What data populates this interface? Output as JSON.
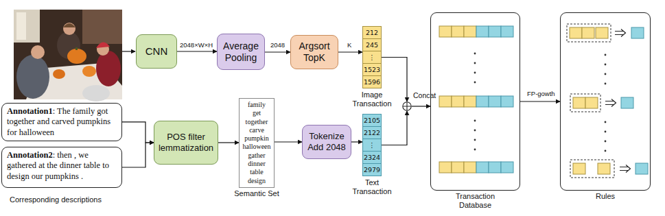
{
  "diagram": {
    "nodes": [
      {
        "text": [
          "CNN"
        ]
      },
      {
        "text": [
          "Average Pooling"
        ]
      },
      {
        "text": [
          "Argsort TopK"
        ]
      },
      {
        "text": [
          "Image Transaction"
        ]
      },
      {
        "text": [
          "212"
        ],
        "in": 3
      },
      {
        "text": [
          "245"
        ],
        "in": 3
      },
      {
        "text": [
          "⋮"
        ],
        "in": 3
      },
      {
        "text": [
          "1523"
        ],
        "in": 3
      },
      {
        "text": [
          "1596"
        ],
        "in": 3
      },
      {
        "text": [
          "Annotation1",
          ": The family got together and carved pumpkins for halloween"
        ]
      },
      {
        "text": [
          "Annotation2",
          ": then , we gathered at the dinner table to design our pumpkins ."
        ]
      },
      {
        "text": [
          "POS filter lemmatization"
        ]
      },
      {
        "text": [
          "family",
          "get",
          "together",
          "carve",
          "pumpkin",
          "halloween",
          "gather",
          "dinner",
          "table",
          "design",
          "Semantic Set"
        ]
      },
      {
        "text": [
          "Tokenize Add 2048"
        ]
      },
      {
        "text": [
          "Text Transaction"
        ]
      },
      {
        "text": [
          "2105"
        ],
        "in": 14
      },
      {
        "text": [
          "2122"
        ],
        "in": 14
      },
      {
        "text": [
          "⋮"
        ],
        "in": 14
      },
      {
        "text": [
          "2324"
        ],
        "in": 14
      },
      {
        "text": [
          "2979"
        ],
        "in": 14
      },
      {
        "text": [
          "Concat"
        ]
      },
      {
        "text": [
          "Transaction Database"
        ]
      },
      {
        "text": [
          "Rules"
        ]
      }
    ],
    "edges": [
      {
        "from": 0,
        "to": 1,
        "arrow": "to",
        "label": "2048×W×H"
      },
      {
        "from": 1,
        "to": 2,
        "arrow": "to",
        "label": "2048"
      },
      {
        "from": 2,
        "to": 3,
        "arrow": "to",
        "label": "K"
      },
      {
        "from": 9,
        "to": 11,
        "arrow": "to"
      },
      {
        "from": 10,
        "to": 11,
        "arrow": "to"
      },
      {
        "from": 11,
        "to": 12,
        "arrow": "to"
      },
      {
        "from": 12,
        "to": 13,
        "arrow": "to"
      },
      {
        "from": 13,
        "to": 14,
        "arrow": "to"
      },
      {
        "from": 3,
        "to": 20,
        "arrow": "to"
      },
      {
        "from": 14,
        "to": 20,
        "arrow": "to"
      },
      {
        "from": 20,
        "to": 21,
        "arrow": "to"
      },
      {
        "from": 21,
        "to": 22,
        "arrow": "to",
        "label": "FP-gowth"
      }
    ],
    "labels": [
      "Corresponding descriptions"
    ]
  }
}
